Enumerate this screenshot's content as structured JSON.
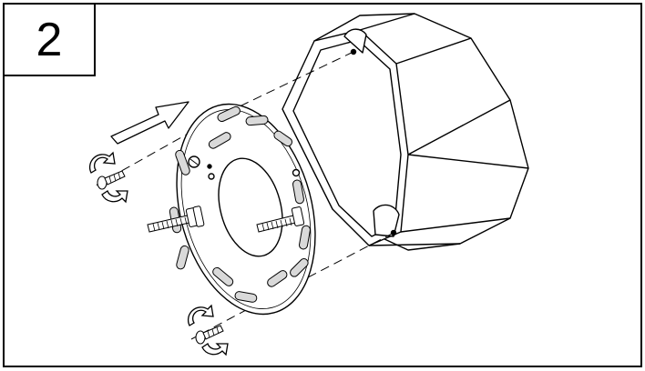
{
  "step": {
    "number": "2"
  },
  "illustration": {
    "parts": [
      "octagonal-junction-box",
      "mounting-plate",
      "threaded-stud",
      "mounting-screw",
      "rotation-arrow-icon",
      "direction-arrow-icon"
    ],
    "colors": {
      "line": "#000000",
      "background": "#ffffff",
      "slots": "#d9d9d9"
    }
  }
}
